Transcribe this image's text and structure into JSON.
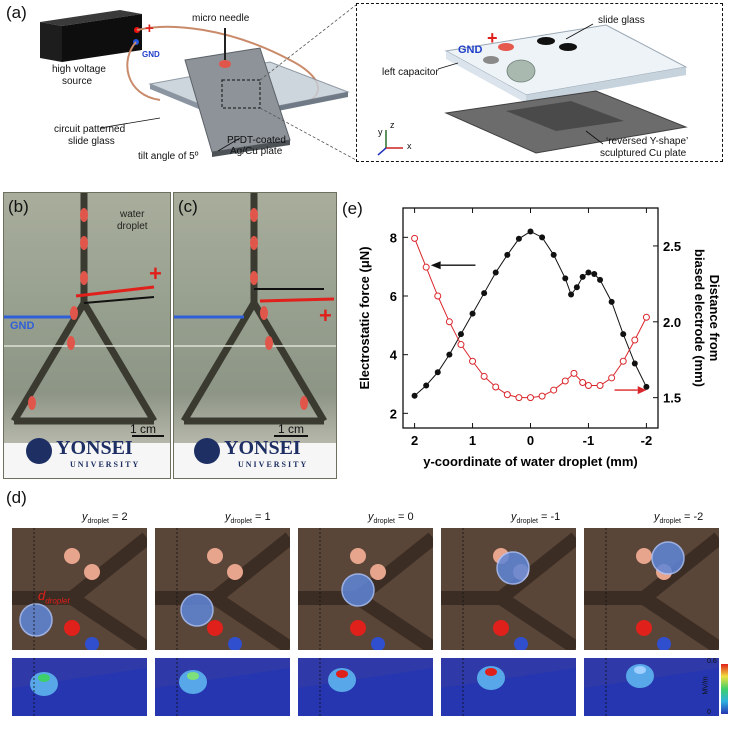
{
  "panel_a": {
    "label": "(a)",
    "high_voltage": "high voltage",
    "source": "source",
    "gnd": "GND",
    "plus": "+",
    "micro_needle": "micro needle",
    "circuit_line1": "circuit patterned",
    "circuit_line2": "slide glass",
    "tilt": "tilt angle of 5º",
    "plate_line1": "PFDT-coated",
    "plate_line2": "Ag/Cu plate",
    "inset_gnd": "GND",
    "inset_plus": "+",
    "slide_glass": "slide glass",
    "left_capacitor": "left capacitor",
    "reversed_line1": "‘reversed Y-shape’",
    "reversed_line2": "sculptured Cu plate",
    "axis_x": "x",
    "axis_y": "y",
    "axis_z": "z"
  },
  "panel_b": {
    "label": "(b)",
    "water": "water",
    "droplet": "droplet",
    "plus": "+",
    "gnd": "GND",
    "scale": "1 cm",
    "uni_name": "YONSEI",
    "uni_sub": "UNIVERSITY"
  },
  "panel_c": {
    "label": "(c)",
    "plus": "+",
    "scale": "1 cm",
    "uni_name": "YONSEI",
    "uni_sub": "UNIVERSITY"
  },
  "panel_d": {
    "label": "(d)",
    "y_prefix": "y",
    "y_sub": "droplet",
    "positions": [
      "= 2",
      "= 1",
      "= 0",
      "= -1",
      "= -2"
    ],
    "d_label": "d",
    "d_sub": "droplet",
    "colorbar_max": "0.6",
    "colorbar_min": "0",
    "colorbar_unit": "MV/m"
  },
  "panel_e": {
    "label": "(e)"
  },
  "colors": {
    "black_series": "#111111",
    "red_series": "#d9262b",
    "red_tape": "#e0564a",
    "gnd_blue": "#2f5fd8"
  },
  "chart_data": {
    "type": "line",
    "xlabel": "y-coordinate of water droplet (mm)",
    "ylabel": "Electrostatic force (μN)",
    "y2label_line1": "Distance from",
    "y2label_line2": "biased electrode (mm)",
    "xlim": [
      2.2,
      -2.2
    ],
    "ylim": [
      1.5,
      9.0
    ],
    "y2lim": [
      1.3,
      2.75
    ],
    "xticks": [
      2,
      1,
      0,
      -1,
      -2
    ],
    "xtick_labels": [
      "2",
      "1",
      "0",
      "-1",
      "-2"
    ],
    "yticks": [
      2,
      4,
      6,
      8
    ],
    "ytick_labels": [
      "2",
      "4",
      "6",
      "8"
    ],
    "y2ticks": [
      1.5,
      2.0,
      2.5
    ],
    "y2tick_labels": [
      "1.5",
      "2.0",
      "2.5"
    ],
    "series": [
      {
        "axis": "left",
        "marker": "filled-circle",
        "color": "#111111",
        "x": [
          2.0,
          1.8,
          1.6,
          1.4,
          1.2,
          1.0,
          0.8,
          0.6,
          0.4,
          0.2,
          0.0,
          -0.2,
          -0.4,
          -0.6,
          -0.7,
          -0.8,
          -0.9,
          -1.0,
          -1.1,
          -1.2,
          -1.4,
          -1.6,
          -1.8,
          -2.0
        ],
        "values": [
          2.6,
          2.95,
          3.4,
          4.0,
          4.7,
          5.4,
          6.1,
          6.8,
          7.4,
          7.95,
          8.2,
          8.0,
          7.4,
          6.6,
          6.05,
          6.3,
          6.65,
          6.8,
          6.75,
          6.55,
          5.8,
          4.7,
          3.7,
          2.9
        ]
      },
      {
        "axis": "right",
        "marker": "open-circle",
        "color": "#d9262b",
        "x": [
          2.0,
          1.8,
          1.6,
          1.4,
          1.2,
          1.0,
          0.8,
          0.6,
          0.4,
          0.2,
          0.0,
          -0.2,
          -0.4,
          -0.6,
          -0.75,
          -0.9,
          -1.0,
          -1.2,
          -1.4,
          -1.6,
          -1.8,
          -2.0
        ],
        "values": [
          2.55,
          2.36,
          2.17,
          2.0,
          1.85,
          1.74,
          1.64,
          1.57,
          1.52,
          1.5,
          1.5,
          1.51,
          1.55,
          1.61,
          1.66,
          1.6,
          1.58,
          1.58,
          1.63,
          1.74,
          1.88,
          2.03
        ]
      }
    ]
  }
}
